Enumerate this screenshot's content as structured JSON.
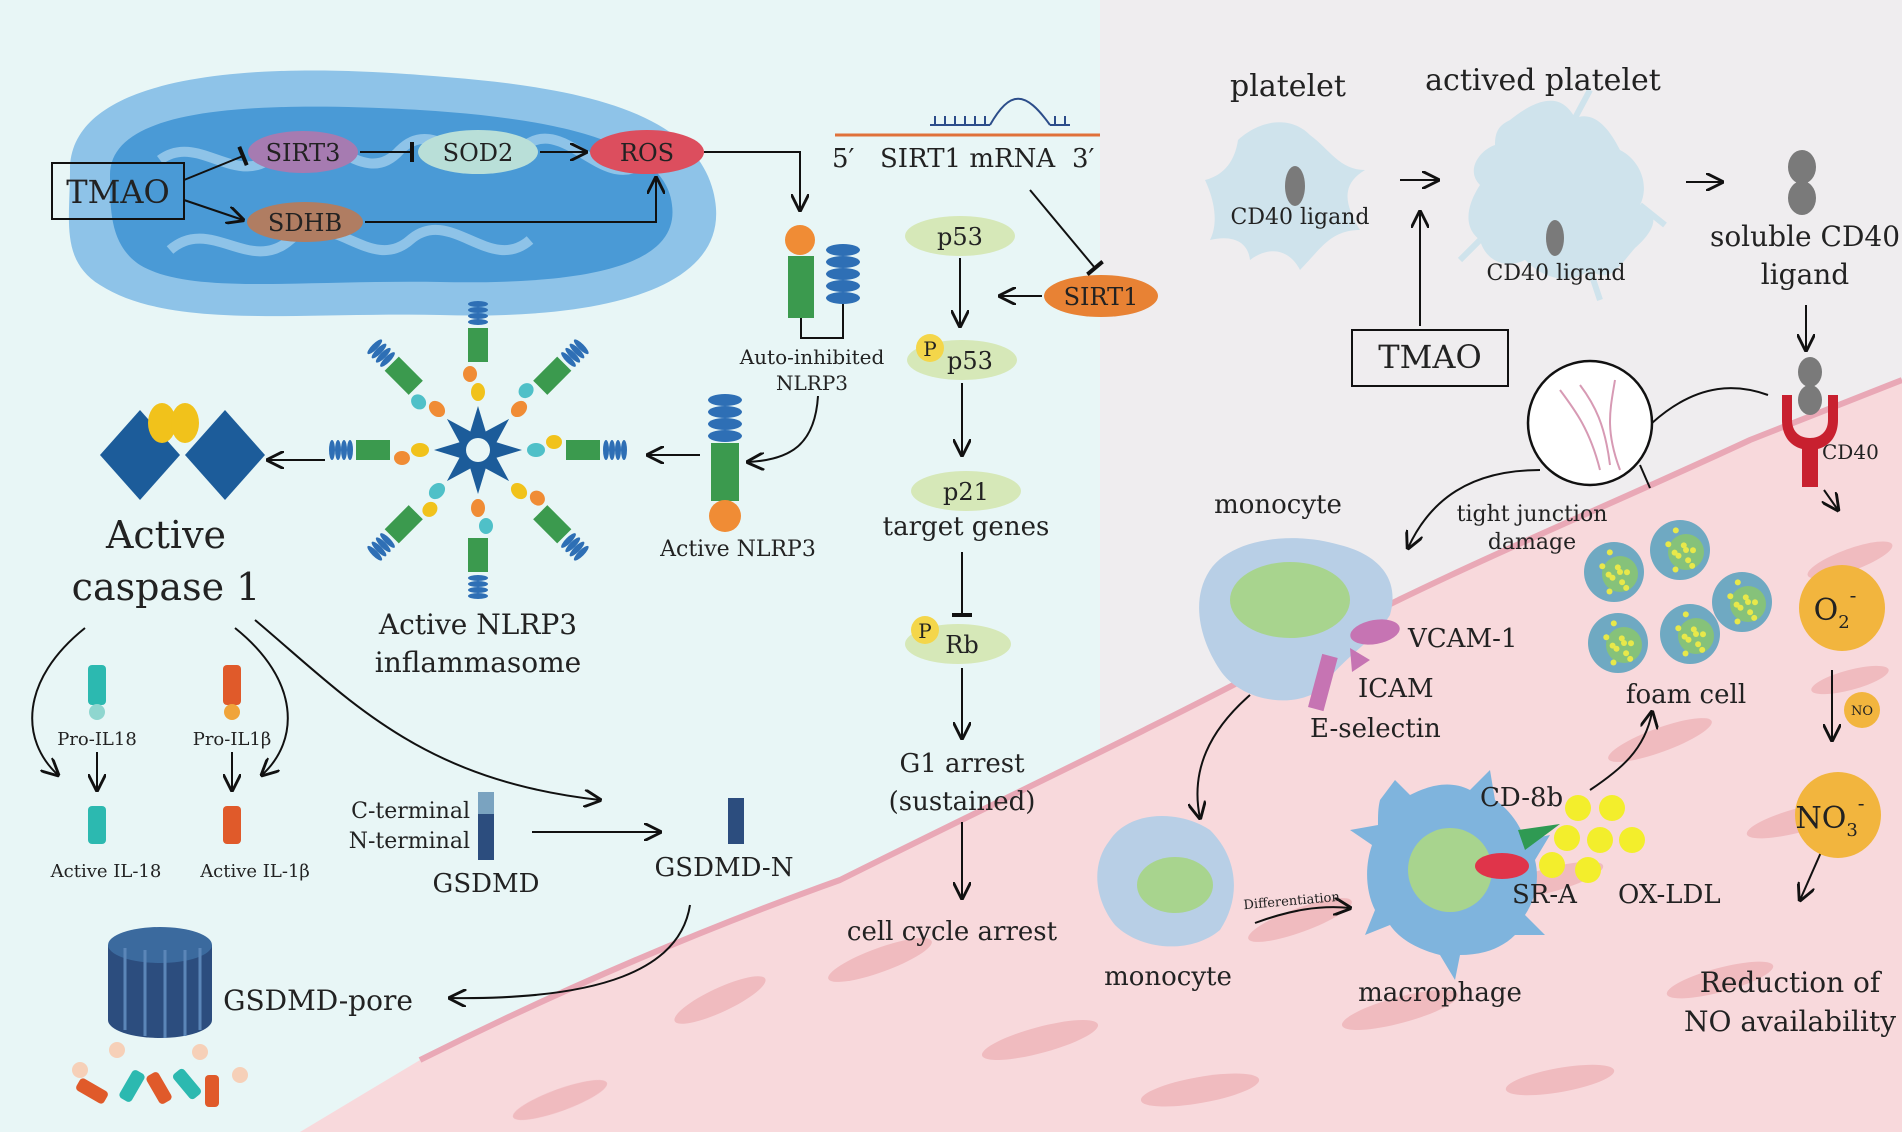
{
  "colors": {
    "left_panel_bg": "#e8f6f6",
    "right_panel_bg": "#efedef",
    "tissue_pink": "#f8d9dc",
    "mito_outer": "#8ec3e8",
    "mito_inner": "#4a9ad6",
    "sirt3_oval": "#a67bb1",
    "sod2_oval": "#b9dfd8",
    "ros_oval": "#dc4e5e",
    "sdhb_oval": "#b07d62",
    "sirt1_oval": "#e88234",
    "p_oval": "#d6e8b8",
    "caspase_blue": "#1c5c9a",
    "caspase_yellow": "#f1c21b",
    "o2_no3_circle": "#f2b53e",
    "cd40_red": "#c8202f",
    "monocyte_blue": "#b8cfe6",
    "nucleus_green": "#a8d48e",
    "foam_dot": "#e8e84a",
    "oxldl_yellow": "#f3ee2c",
    "srA_red": "#e0344a",
    "cd8b_green": "#2f9a53",
    "vcam_purple": "#c674b3"
  },
  "icons": {
    "mitochondrion": "mitochondrion-icon",
    "nlrp3_auto": "nlrp3-auto-inhibited-icon",
    "nlrp3_active": "nlrp3-active-icon",
    "inflammasome": "inflammasome-icon",
    "caspase": "caspase-icon",
    "gsdmd_pore": "gsdmd-pore-icon",
    "platelet": "platelet-icon",
    "cd40_receptor": "cd40-receptor-icon",
    "tight_junction": "tight-junction-magnifier-icon",
    "monocyte": "monocyte-icon",
    "macrophage": "macrophage-icon",
    "foam_cell": "foam-cell-icon"
  },
  "labels": {
    "tmao_left": "TMAO",
    "sirt3": "SIRT3",
    "sod2": "SOD2",
    "ros": "ROS",
    "sdhb": "SDHB",
    "mrna_5": "5′",
    "mrna_text": "SIRT1 mRNA",
    "mrna_3": "3′",
    "sirt1": "SIRT1",
    "p53": "p53",
    "p_marker_1": "P",
    "p53_phos": "p53",
    "p21": "p21",
    "target_genes": "target genes",
    "p_marker_2": "P",
    "rb": "Rb",
    "g1_arrest_line1": "G1 arrest",
    "g1_arrest_line2": "(sustained)",
    "cell_cycle_arrest": "cell cycle arrest",
    "auto_inhibited_line1": "Auto-inhibited",
    "auto_inhibited_line2": "NLRP3",
    "active_nlrp3": "Active NLRP3",
    "inflammasome_line1": "Active NLRP3",
    "inflammasome_line2": "inflammasome",
    "caspase_line1": "Active",
    "caspase_line2": "caspase 1",
    "pro_il18": "Pro-IL18",
    "pro_il1b": "Pro-IL1β",
    "active_il18": "Active IL-18",
    "active_il1b": "Active IL-1β",
    "c_terminal": "C-terminal",
    "n_terminal": "N-terminal",
    "gsdmd": "GSDMD",
    "gsdmd_n": "GSDMD-N",
    "gsdmd_pore": "GSDMD-pore",
    "platelet": "platelet",
    "actived_platelet": "actived platelet",
    "cd40_ligand_1": "CD40 ligand",
    "cd40_ligand_2": "CD40 ligand",
    "soluble_line1": "soluble CD40",
    "soluble_line2": "ligand",
    "tmao_right": "TMAO",
    "cd40": "CD40",
    "tight_line1": "tight junction",
    "tight_line2": "damage",
    "monocyte_top": "monocyte",
    "vcam1": "VCAM-1",
    "icam": "ICAM",
    "e_selectin": "E-selectin",
    "foam_cell": "foam cell",
    "cd8b": "CD-8b",
    "sr_a": "SR-A",
    "ox_ldl": "OX-LDL",
    "differentiation": "Differentiation",
    "monocyte_bottom": "monocyte",
    "macrophage": "macrophage",
    "o2_base": "O",
    "o2_sub": "2",
    "o2_sup": "-",
    "no_small": "NO",
    "no3_base": "NO",
    "no3_sub": "3",
    "no3_sup": "-",
    "reduction_line1": "Reduction of",
    "reduction_line2": "NO availability"
  }
}
